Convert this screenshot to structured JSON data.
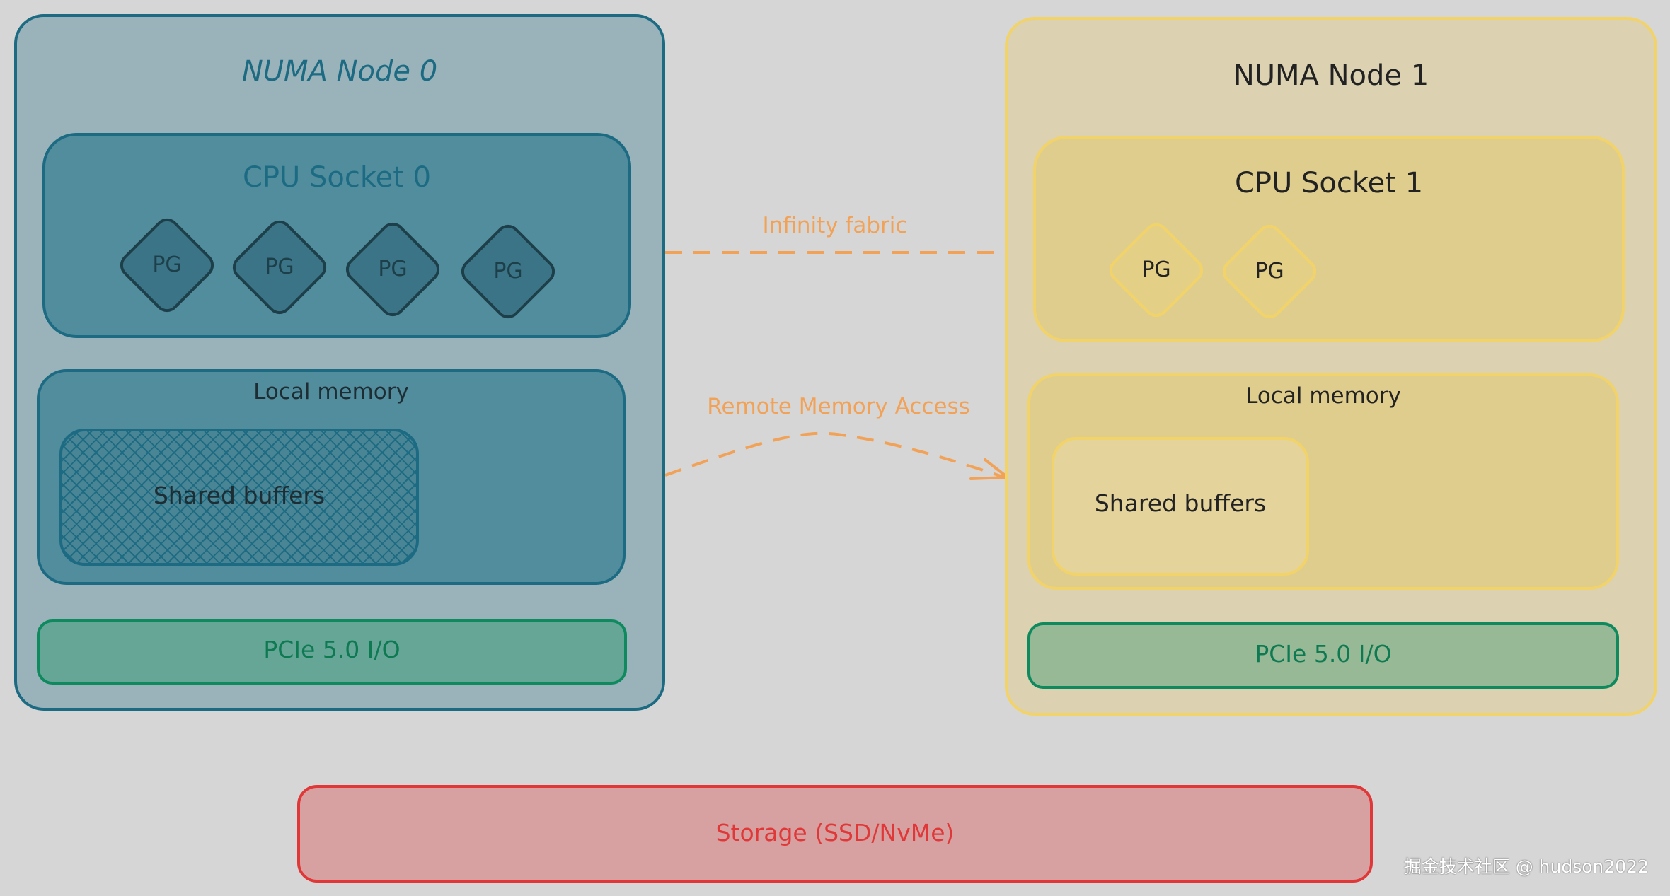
{
  "colors": {
    "background": "#d6d6d6",
    "node0_fill": "#9ab3bb",
    "node0_stroke": "#1c6b82",
    "node1_fill": "#dcd1b0",
    "node1_stroke": "#f2d36a",
    "pcie_stroke": "#0e8a5e",
    "storage_fill": "#d7a1a2",
    "storage_stroke": "#e03838",
    "connector": "#f2a257"
  },
  "node0": {
    "title": "NUMA Node 0",
    "socket": {
      "title": "CPU Socket 0",
      "pgs": [
        "PG",
        "PG",
        "PG",
        "PG"
      ]
    },
    "memory": {
      "title": "Local memory",
      "buffers": "Shared buffers"
    },
    "pcie": "PCIe 5.0 I/O"
  },
  "node1": {
    "title": "NUMA Node 1",
    "socket": {
      "title": "CPU Socket 1",
      "pgs": [
        "PG",
        "PG"
      ]
    },
    "memory": {
      "title": "Local memory",
      "buffers": "Shared buffers"
    },
    "pcie": "PCIe 5.0 I/O"
  },
  "connectors": {
    "interconnect": "Infinity fabric",
    "remote_access": "Remote Memory Access"
  },
  "storage": "Storage (SSD/NvMe)",
  "watermark": "掘金技术社区 @ hudson2022"
}
